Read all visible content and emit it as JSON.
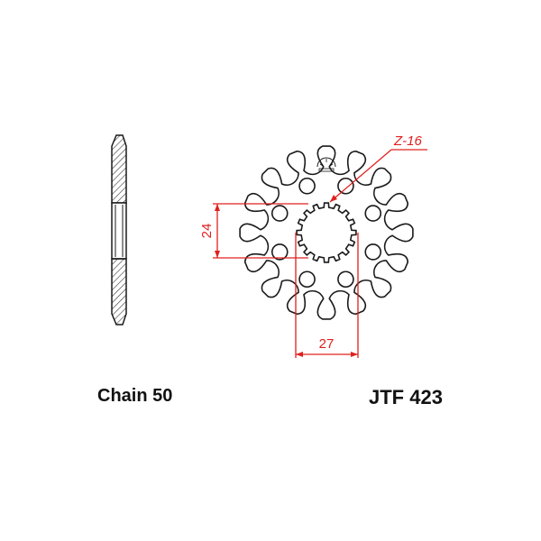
{
  "drawing": {
    "teeth_label": "Z-16",
    "dim_vertical_label": "24",
    "dim_horizontal_label": "27",
    "teeth_count": 16,
    "bolt_holes": 8,
    "spline_count": 16
  },
  "labels": {
    "chain": "Chain 50",
    "part_number": "JTF 423"
  },
  "colors": {
    "outline": "#1a1a1a",
    "dimension": "#e0201e",
    "hatch": "#333333",
    "background": "#ffffff"
  }
}
